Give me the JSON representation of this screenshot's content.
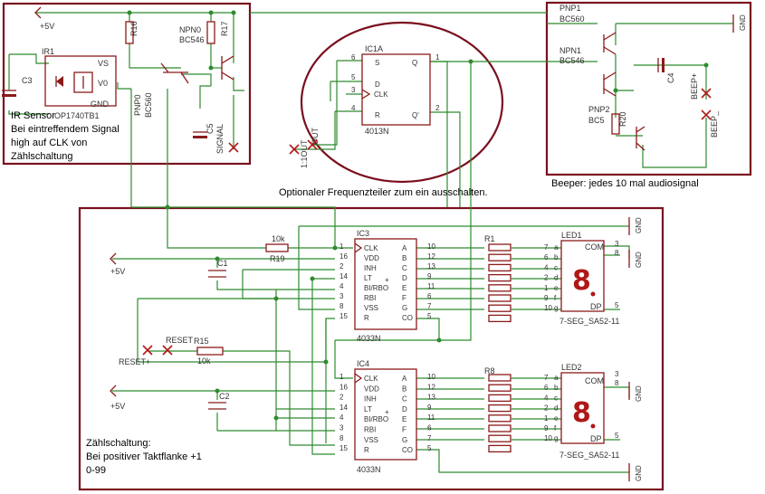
{
  "annotations": {
    "ir_sensor": [
      "IR Sensor",
      "Bei eintreffendem Signal",
      "high auf CLK von",
      "Zählschaltung"
    ],
    "divider": "Optionaler Frequenzteiler zum ein ausschalten.",
    "beeper": "Beeper: jedes 10 mal audiosignal",
    "counter": [
      "Zählschaltung:",
      "Bei positiver Taktflanke +1",
      "0-99"
    ]
  },
  "parts": {
    "ir1": "IR1",
    "ir_part": "OP1740TB1",
    "vs": "VS",
    "vo": "V0",
    "gnd_pin": "GND",
    "c3": "C3",
    "c5": "C5",
    "r16": "R16",
    "r17": "R17",
    "npn0": "NPN0",
    "npn0_type": "BC546",
    "pnp0": "PNP0",
    "pnp0_type": "BC560",
    "signal": "SIGNAL",
    "plus5v": "+5V",
    "ic1a": "IC1A",
    "ic1a_type": "4013N",
    "out1": "1:1OUT",
    "out2": "OUT",
    "pnp1": "PNP1",
    "pnp1_type": "BC560",
    "npn1": "NPN1",
    "npn1_type": "BC546",
    "pnp2": "PNP2",
    "pnp2_type": "BC5",
    "r20": "R20",
    "c4": "C4",
    "beep_plus": "BEEP+",
    "beep_minus": "BEEP_",
    "ic3": "IC3",
    "ic4": "IC4",
    "ic_type": "4033N",
    "r19": "R19",
    "r19_val": "10k",
    "r15": "R15",
    "r15_val": "10k",
    "c1": "C1",
    "c2": "C2",
    "reset": "RESET",
    "reset_plus": "RESET+",
    "r1": "R1",
    "r8": "R8",
    "led1": "LED1",
    "led2": "LED2",
    "seg_type": "7-SEG_SA52-11",
    "digit": "8",
    "com": "COM",
    "dp": "DP",
    "gnd": "GND"
  },
  "flipflop_pins": {
    "s": "S",
    "d": "D",
    "clk": "CLK",
    "r": "R",
    "q": "Q",
    "qn": "Q'"
  },
  "counter_pins_left": [
    "CLK",
    "VDD",
    "INH",
    "LT",
    "BI/RBO",
    "RBI",
    "VSS",
    "R"
  ],
  "counter_pins_right": [
    "A",
    "B",
    "C",
    "D",
    "E",
    "F",
    "G",
    "CO"
  ],
  "counter_pin_nums_left": [
    "1",
    "16",
    "2",
    "14",
    "4",
    "3",
    "8",
    "15"
  ],
  "counter_pin_nums_right": [
    "10",
    "12",
    "13",
    "9",
    "11",
    "6",
    "7",
    "5"
  ],
  "seg_letters": [
    "a",
    "b",
    "c",
    "d",
    "e",
    "f",
    "g"
  ],
  "seg_pin_nums": [
    "7",
    "6",
    "4",
    "2",
    "1",
    "9",
    "10"
  ]
}
